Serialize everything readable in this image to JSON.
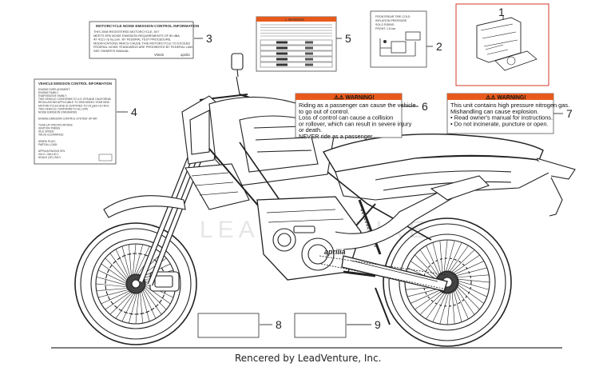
{
  "callouts": [
    "1",
    "2",
    "3",
    "4",
    "5",
    "6",
    "7",
    "8",
    "9"
  ],
  "decal_3": {
    "title": "MOTORCYCLE NOISE EMISSION CONTROL INFORMATION",
    "lines": [
      "THIS 2008 REGISTERED MOTORCYCLE, 5V7",
      "MEETS EPA NOISE EMISSION REQUIREMENTS OF 80 dBA",
      "AT 4121 r/p by.com. BY FEDERAL TEST PROCEDURE.",
      "MODIFICATIONS WHICH CAUSE THIS MOTORCYCLE TO EXCEED",
      "FEDERAL NOISE STANDARDS ARE PROHIBITED BY FEDERAL LAW.",
      "SEE OWNER'S MANUAL."
    ],
    "code": "V5U5",
    "brand": "aprilia"
  },
  "decal_4": {
    "title": "VEHICLE EMISSION CONTROL INFORMATION",
    "lines": [
      "ENGINE DISPLACEMENT:",
      "ENGINE FAMILY:",
      "EVAPORATIVE FAMILY:",
      "THIS VEHICLE CONFORMS TO U.S. EPA AND CALIFORNIA",
      "REGULATIONS APPLICABLE TO 2008 MODEL YEAR NEW",
      "MOTORCYCLES AND IS CERTIFIED TO 0.8 g/km HC+NOx",
      "THIS VEHICLE CONFORMS TO ALL EPA",
      "NOISE EMISSION STANDARDS",
      "",
      "ENGINE EMISSION CONTROL SYSTEM: SP AIR",
      "",
      "TUNE-UP SPECIFICATIONS",
      "IGNITION TIMING:",
      "IDLE SPEED:",
      "VALVE CLEARANCE:",
      "",
      "SPARK PLUG:",
      "PARTIAL LOAD:",
      "",
      "APRILIA RACING SRL",
      "VIA G. GALILEI 1",
      "NOALE (VE) ITALY"
    ]
  },
  "decal_5": {
    "header": "⚠ WARNING",
    "rows": [
      "",
      "",
      "",
      "",
      ""
    ]
  },
  "decal_2": {
    "lines": [
      "FRONT/REAR TIRE COLD",
      "INFLATION PRESSURE",
      "SOLO RIDING",
      "FRONT: 1.8 bar"
    ]
  },
  "decal_6": {
    "title": "⚠⚠ WARNING!",
    "lines": [
      "Riding as a passenger can cause the vehicle",
      "to go out of control.",
      "Loss of control can cause a collision",
      "or rollover, which can result in severe injury",
      "or death.",
      "NEVER ride as a passenger"
    ]
  },
  "decal_7": {
    "title": "⚠⚠ WARNING!",
    "lines": [
      "This unit contains high pressure nitrogen gas.",
      "Mishandling can cause explosion.",
      "•  Read owner's manual for instructions.",
      "•  Do not incinerate, puncture or open."
    ]
  },
  "bike": {
    "brand": "aprilia",
    "watermark": "LEADVENTURE"
  },
  "footer": "Rencered by LeadVenture, Inc.",
  "colors": {
    "warning_orange": "#e85a1c",
    "line": "#333333",
    "frame_box": "#d33a2a"
  }
}
